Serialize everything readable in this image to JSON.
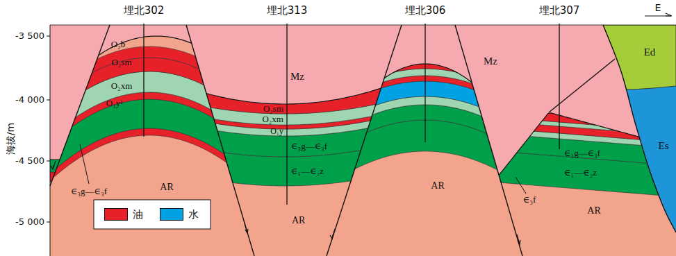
{
  "diagram": {
    "labels": [
      "埋北302",
      "埋北313",
      "埋北306",
      "埋北307",
      "E",
      "海拔/m",
      "-3 500",
      "-4 000",
      "-4 500",
      "-5 000",
      "O₂b",
      "O₂sm",
      "O₂xm",
      "O₁y¹",
      "∈₃g—∈₃f",
      "AR",
      "Mz",
      "O₂sm",
      "O₂xm",
      "O₁y",
      "∈₃g—∈₃f",
      "∈₁—∈₂z",
      "AR",
      "AR",
      "Mz",
      "∈₃f",
      "∈₃g—∈₃f",
      "∈₁—∈₂z",
      "AR",
      "Ed",
      "Es"
    ],
    "legend": [
      {
        "text": "油",
        "color": "#e6212a"
      },
      {
        "text": "水",
        "color": "#00a2e3"
      }
    ]
  }
}
